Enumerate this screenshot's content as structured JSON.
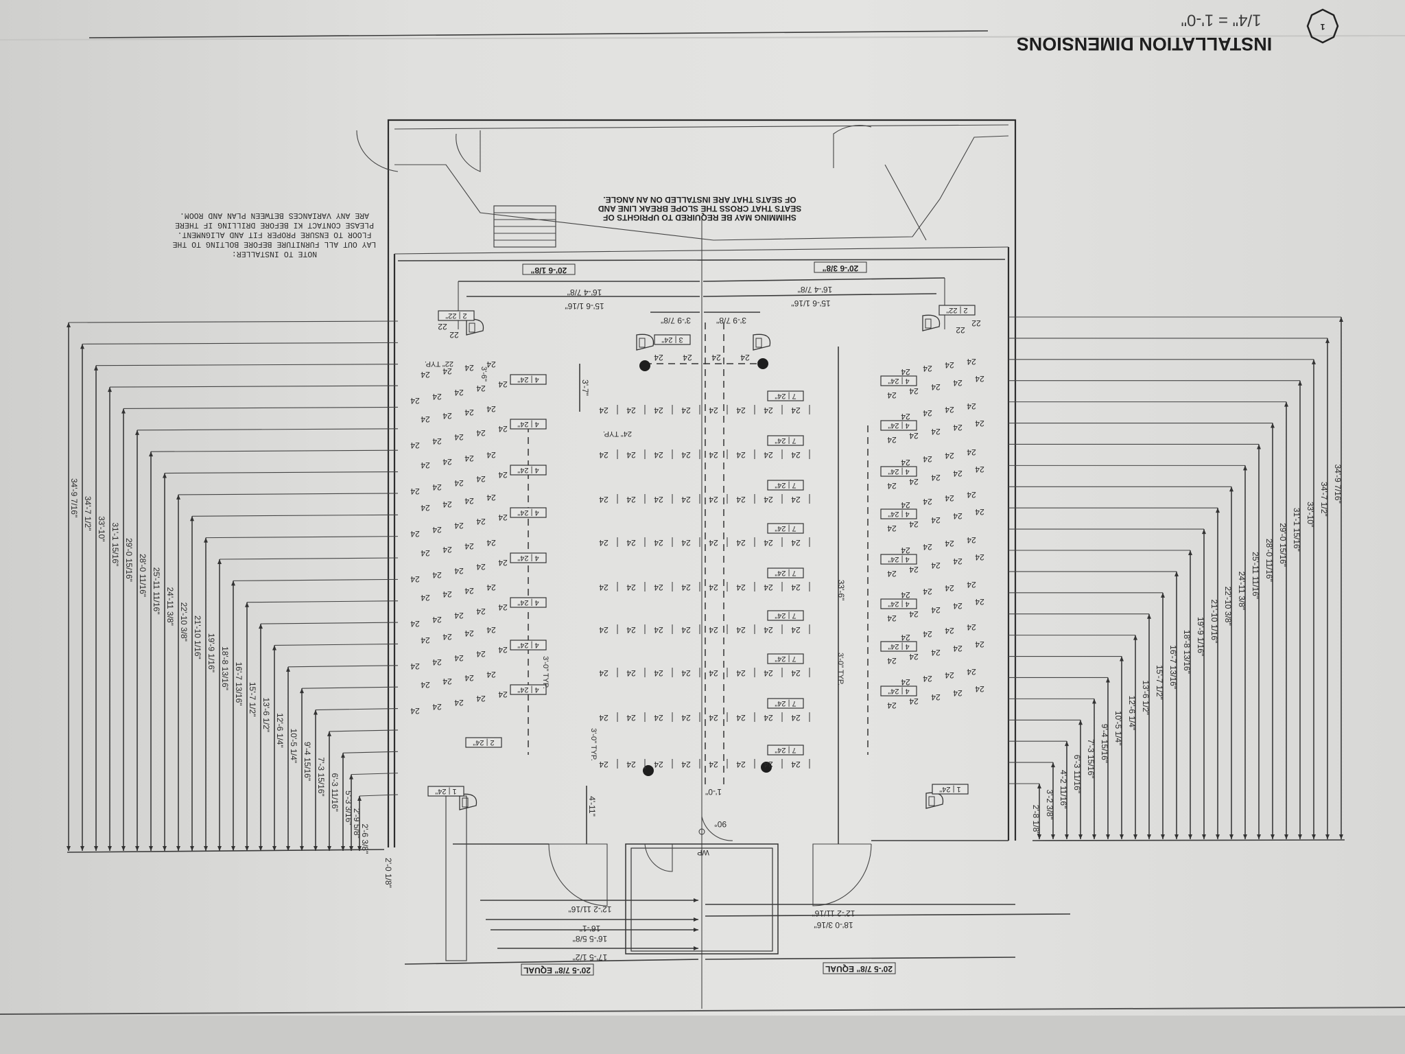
{
  "title_block": {
    "detail_number": "1",
    "title": "INSTALLATION DIMENSIONS",
    "scale": "1/4\" = 1'-0\""
  },
  "notes": {
    "installer_note": [
      "NOTE TO INSTALLER:",
      "LAY OUT ALL FURNITURE BEFORE BOLTING TO THE",
      "FLOOR TO ENSURE PROPER FIT AND ALIGNMENT.",
      "PLEASE CONTACT KI BEFORE DRILLING IF THERE",
      "ARE ANY VARIANCES BETWEEN PLAN AND ROOM."
    ],
    "shimming_note": [
      "SHIMMING MAY BE REQUIRED TO UPRIGHTS OF",
      "SEATS THAT CROSS THE SLOPE BREAK LINE AND",
      "OF SEATS THAT ARE INSTALLED ON AN ANGLE."
    ]
  },
  "top_dimensions": {
    "overall_left": "20'-6 1/8\"",
    "overall_right": "20'-6 3/8\"",
    "row_a_left": "16'-4 7/8\"",
    "row_a_right": "16'-4 7/8\"",
    "row_b_left": "15'-6 1/16\"",
    "row_b_right": "15'-6 1/16\"",
    "center_left": "3'-9 7/8\"",
    "center_right": "3'-9 7/8\""
  },
  "bottom_dimensions": {
    "left": [
      "12'-2 11/16\"",
      "16'-1\"",
      "16'-5 5/8\"",
      "17'-5 1/2\""
    ],
    "right": [
      "12'-2 11/16\"",
      "18'-0 3/16\""
    ],
    "equal_left": "20'-5 7/8\" EQUAL",
    "equal_right": "20'-5 7/8\" EQUAL"
  },
  "left_dimensions": [
    "34'-9 7/16\"",
    "34'-7 1/2\"",
    "33'-10\"",
    "31'-1 15/16\"",
    "29'-0 15/16\"",
    "28'-0 11/16\"",
    "25'-11 11/16\"",
    "24'-11 3/8\"",
    "22'-10 3/8\"",
    "21'-10 1/16\"",
    "19'-9 1/16\"",
    "18'-8 13/16\"",
    "16'-7 13/16\"",
    "15'-7 1/2\"",
    "13'-6 1/2\"",
    "12'-6 1/4\"",
    "10'-5 1/4\"",
    "9'-4 15/16\"",
    "7'-3 15/16\"",
    "6'-3 11/16\"",
    "5'-3 3/16\"",
    "2'-9 5/8\"",
    "2'-6 3/8\""
  ],
  "right_dimensions": [
    "34'-9 7/16\"",
    "34'-7 1/2\"",
    "33'-10\"",
    "31'-1 15/16\"",
    "29'-0 15/16\"",
    "28'-0 11/16\"",
    "25'-11 11/16\"",
    "24'-11 3/8\"",
    "22'-10 3/8\"",
    "21'-10 1/16\"",
    "19'-9 1/16\"",
    "18'-8 13/16\"",
    "16'-7 13/16\"",
    "15'-7 1/2\"",
    "13'-6 1/2\"",
    "12'-6 1/4\"",
    "10'-5 1/4\"",
    "9'-4 15/16\"",
    "7'-3 15/16\"",
    "6'-3 11/16\"",
    "4'-2 11/16\"",
    "3'-2 3/8\"",
    "2'-8 1/8\""
  ],
  "misc_dimensions": {
    "aisle_depth": "33'-6\"",
    "front_offset": "4'-11\"",
    "rear_offset": "3'-7\"",
    "wp_offset": "1'-0\"",
    "angle": "90°",
    "work_point": "WP",
    "typ_left": "3'-0\" TYP.",
    "typ_right": "3'-0\" TYP.",
    "typ_front": "3'-0\" TYP.",
    "seat_typ": "24\" TYP.",
    "corner_typ": "22\" TYP.",
    "corner_offset": "3'-6\"",
    "entry_offset": "2'-0 1/8\""
  },
  "row_tags": {
    "center": "7 | 24\"",
    "side": "4 | 24\"",
    "back_center": "3 | 24\"",
    "back_corner": "2 | 22\"",
    "front_corner": "1 | 24\"",
    "front_left": "2 | 24\""
  },
  "seat_labels": {
    "spacing": "24",
    "corner_spacing": "22"
  }
}
